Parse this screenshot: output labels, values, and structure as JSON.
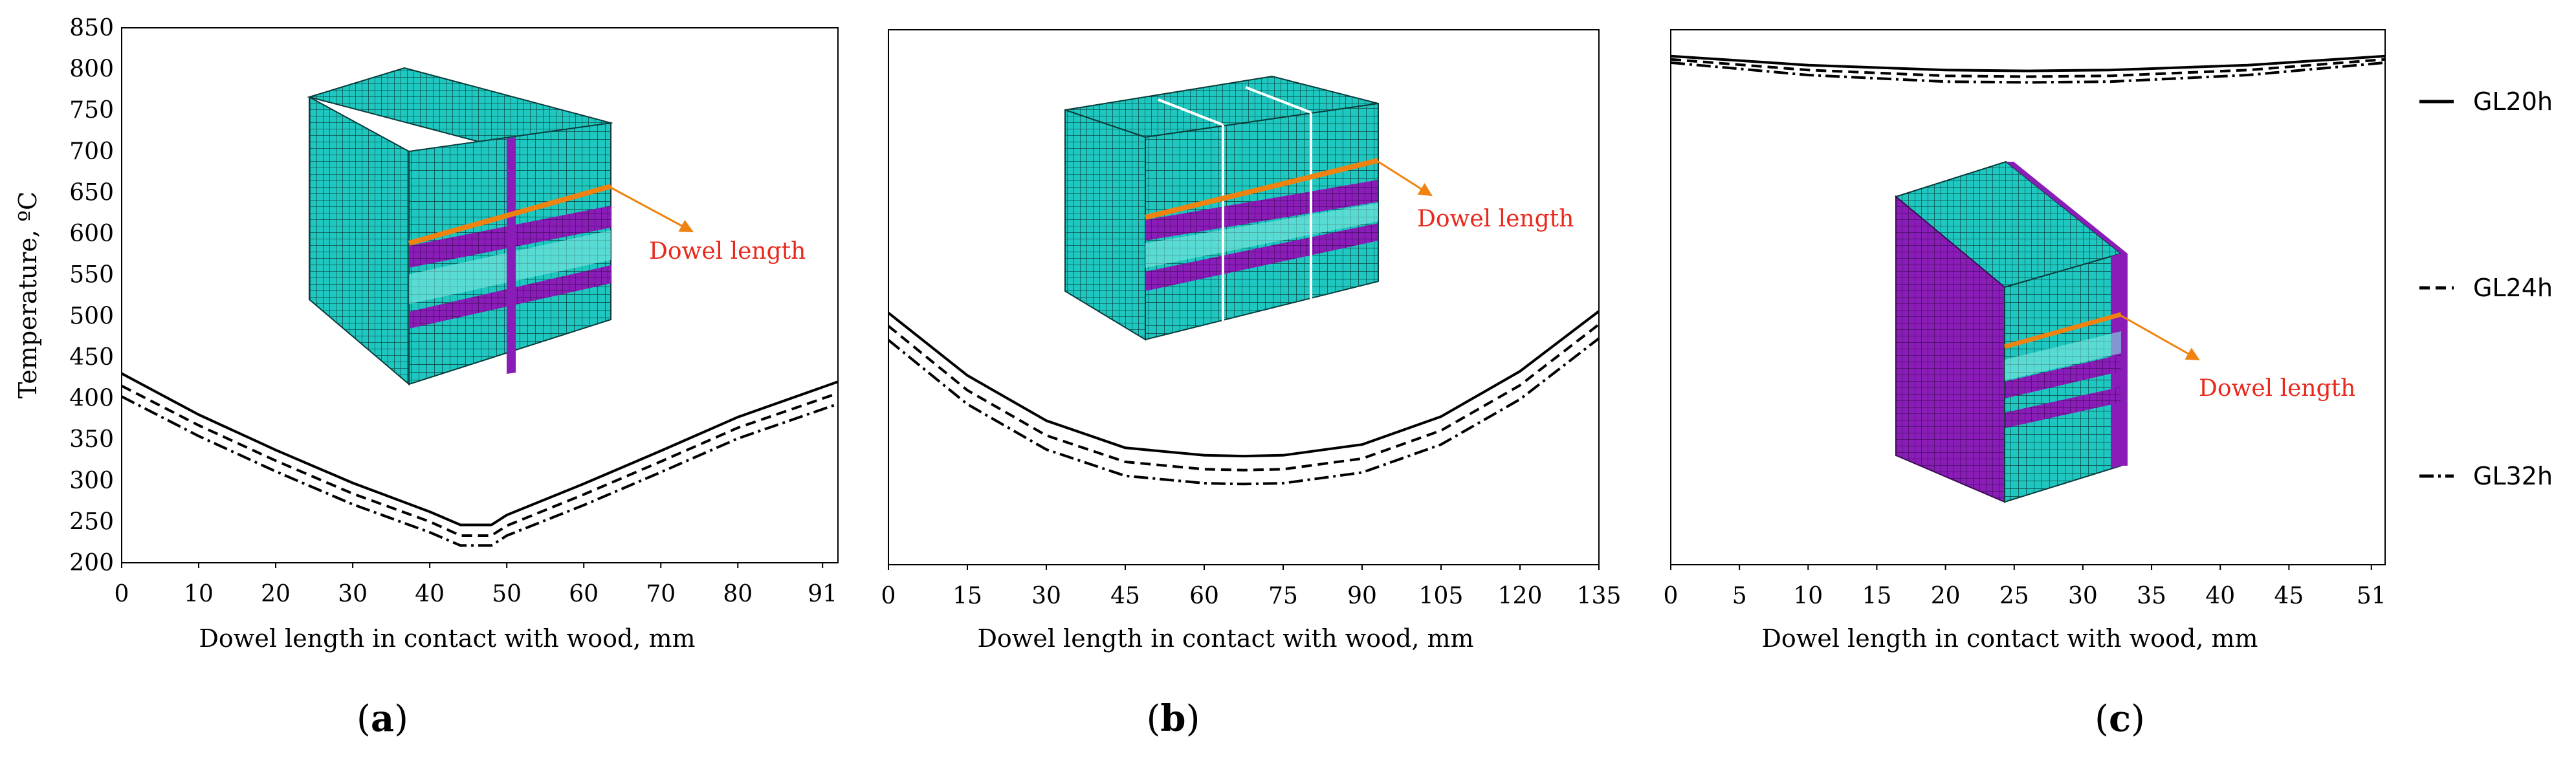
{
  "chart_data": [
    {
      "type": "line",
      "panel_label": "(a)",
      "panel_letter": "a",
      "xlabel": "Dowel length in contact with wood, mm",
      "ylabel": "Temperature, ºC",
      "xlim": [
        0,
        93
      ],
      "ylim": [
        200,
        850
      ],
      "xticks": [
        0,
        10,
        20,
        30,
        40,
        50,
        60,
        70,
        80,
        91
      ],
      "yticks": [
        200,
        250,
        300,
        350,
        400,
        450,
        500,
        550,
        600,
        650,
        700,
        750,
        800,
        850
      ],
      "show_y_ticklabels": true,
      "annotation": "Dowel length",
      "series": [
        {
          "name": "GL20h",
          "x": [
            0,
            10,
            20,
            30,
            40,
            44,
            48,
            50,
            60,
            70,
            80,
            93
          ],
          "y": [
            430,
            380,
            337,
            297,
            262,
            246,
            246,
            258,
            296,
            336,
            377,
            420
          ]
        },
        {
          "name": "GL24h",
          "x": [
            0,
            10,
            20,
            30,
            40,
            44,
            48,
            50,
            60,
            70,
            80,
            93
          ],
          "y": [
            415,
            367,
            324,
            284,
            250,
            233,
            233,
            245,
            283,
            323,
            364,
            406
          ]
        },
        {
          "name": "GL32h",
          "x": [
            0,
            10,
            20,
            30,
            40,
            44,
            48,
            50,
            60,
            70,
            80,
            93
          ],
          "y": [
            402,
            354,
            311,
            271,
            237,
            221,
            221,
            233,
            270,
            310,
            351,
            393
          ]
        }
      ]
    },
    {
      "type": "line",
      "panel_label": "(b)",
      "panel_letter": "b",
      "xlabel": "Dowel length in contact with wood, mm",
      "ylabel": "",
      "xlim": [
        0,
        135
      ],
      "ylim": [
        200,
        850
      ],
      "xticks": [
        0,
        15,
        30,
        45,
        60,
        75,
        90,
        105,
        120,
        135
      ],
      "yticks": [
        200,
        250,
        300,
        350,
        400,
        450,
        500,
        550,
        600,
        650,
        700,
        750,
        800,
        850
      ],
      "show_y_ticklabels": false,
      "annotation": "Dowel length",
      "series": [
        {
          "name": "GL20h",
          "x": [
            0,
            15,
            30,
            45,
            60,
            67.5,
            75,
            90,
            105,
            120,
            135
          ],
          "y": [
            506,
            430,
            375,
            342,
            333,
            332,
            333,
            346,
            380,
            435,
            508
          ]
        },
        {
          "name": "GL24h",
          "x": [
            0,
            15,
            30,
            45,
            60,
            67.5,
            75,
            90,
            105,
            120,
            135
          ],
          "y": [
            490,
            412,
            357,
            325,
            316,
            315,
            316,
            329,
            363,
            418,
            492
          ]
        },
        {
          "name": "GL32h",
          "x": [
            0,
            15,
            30,
            45,
            60,
            67.5,
            75,
            90,
            105,
            120,
            135
          ],
          "y": [
            473,
            395,
            340,
            308,
            299,
            298,
            299,
            312,
            346,
            401,
            475
          ]
        }
      ]
    },
    {
      "type": "line",
      "panel_label": "(c)",
      "panel_letter": "c",
      "xlabel": "Dowel length in contact with wood, mm",
      "ylabel": "",
      "xlim": [
        0,
        52
      ],
      "ylim": [
        200,
        850
      ],
      "xticks": [
        0,
        5,
        10,
        15,
        20,
        25,
        30,
        35,
        40,
        45,
        51
      ],
      "yticks": [
        200,
        250,
        300,
        350,
        400,
        450,
        500,
        550,
        600,
        650,
        700,
        750,
        800,
        850
      ],
      "show_y_ticklabels": false,
      "annotation": "Dowel length",
      "series": [
        {
          "name": "GL20h",
          "x": [
            0,
            10,
            20,
            26,
            32,
            42,
            52
          ],
          "y": [
            818,
            807,
            801,
            800,
            801,
            807,
            818
          ]
        },
        {
          "name": "GL24h",
          "x": [
            0,
            10,
            20,
            26,
            32,
            42,
            52
          ],
          "y": [
            814,
            801,
            794,
            793,
            794,
            801,
            814
          ]
        },
        {
          "name": "GL32h",
          "x": [
            0,
            10,
            20,
            26,
            32,
            42,
            52
          ],
          "y": [
            810,
            795,
            787,
            786,
            787,
            795,
            810
          ]
        }
      ]
    }
  ],
  "legend": {
    "placement": "right",
    "items": [
      {
        "label": "GL20h",
        "style": "solid"
      },
      {
        "label": "GL24h",
        "style": "dashed"
      },
      {
        "label": "GL32h",
        "style": "dash-dot-dot"
      }
    ]
  },
  "colors": {
    "mesh_cyan": "#1ec8c0",
    "mesh_purple": "#8a1cb8",
    "dowel_orange": "#f0820f",
    "annotation_red": "#e8291c",
    "line": "#000000"
  }
}
